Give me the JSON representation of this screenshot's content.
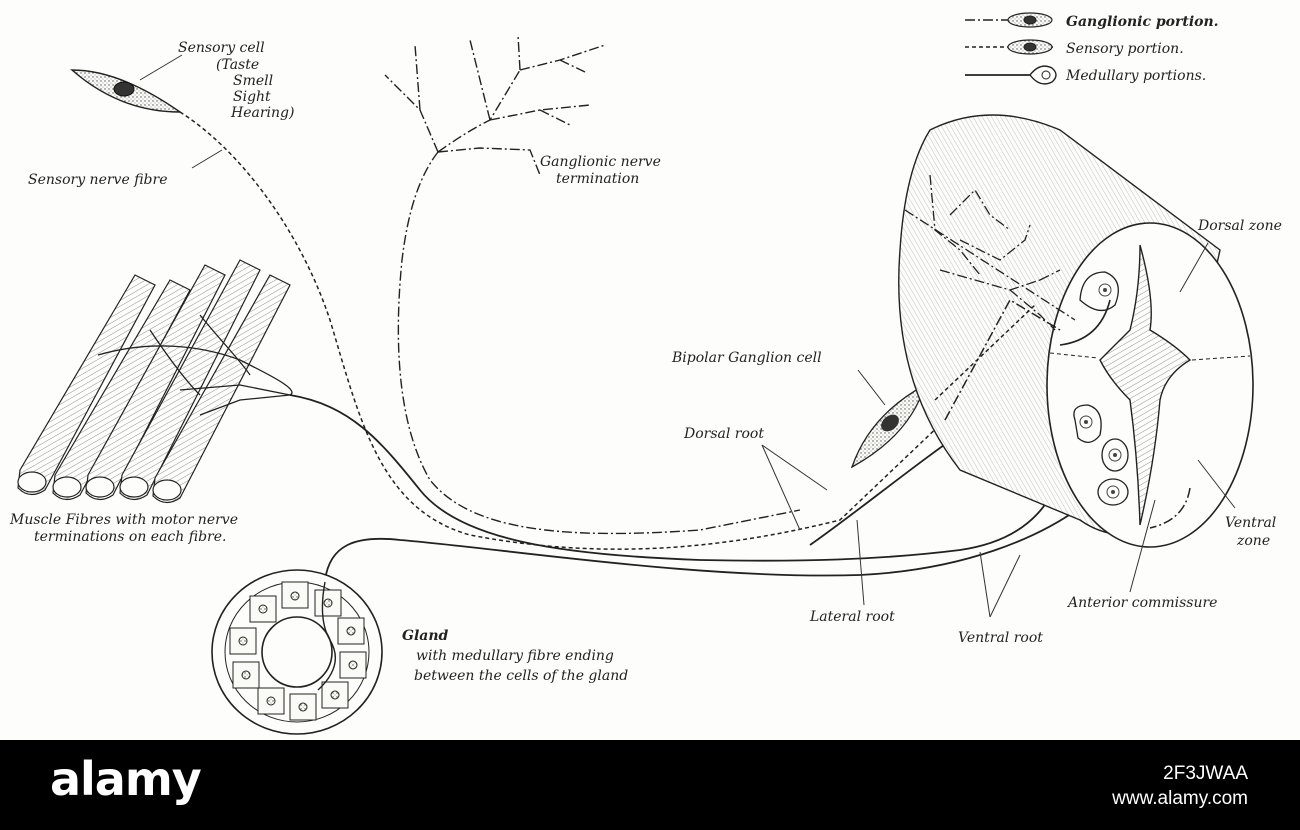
{
  "legend": {
    "ganglionic": "Ganglionic portion.",
    "sensory": "Sensory portion.",
    "medullary": "Medullary portions."
  },
  "labels": {
    "sensory_cell": "Sensory cell",
    "sensory_cell_list": [
      "(Taste",
      "Smell",
      "Sight",
      "Hearing)"
    ],
    "sensory_nerve_fibre": "Sensory nerve fibre",
    "ganglionic_termination": [
      "Ganglionic nerve",
      "termination"
    ],
    "dorsal_zone": "Dorsal zone",
    "bipolar_ganglion_cell": "Bipolar Ganglion cell",
    "dorsal_root": "Dorsal root",
    "muscle_fibres": [
      "Muscle Fibres with motor nerve",
      "terminations on each fibre."
    ],
    "ventral_zone": [
      "Ventral",
      "zone"
    ],
    "anterior_commissure": "Anterior commissure",
    "lateral_root": "Lateral root",
    "ventral_root": "Ventral root",
    "gland": [
      "Gland",
      "with medullary fibre ending",
      "between the cells of the gland"
    ]
  },
  "watermark": {
    "brand": "alamy",
    "image_id": "2F3JWAA",
    "site": "www.alamy.com"
  }
}
